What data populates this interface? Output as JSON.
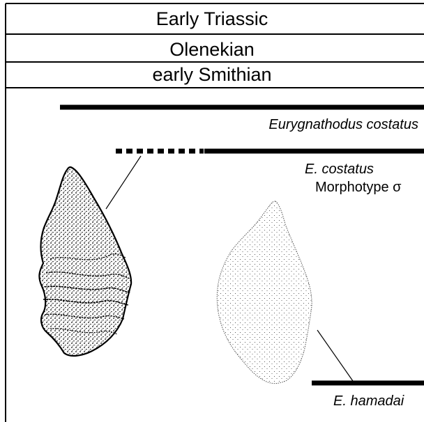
{
  "header": {
    "epoch": "Early Triassic",
    "stage": "Olenekian",
    "substage": "early Smithian"
  },
  "taxa": {
    "eurygnathodus_costatus": "Eurygnathodus costatus",
    "e_costatus": "E. costatus",
    "morphotype": "Morphotype σ",
    "e_hamadai": "E. hamadai"
  },
  "colors": {
    "ink": "#000000",
    "background": "#ffffff"
  }
}
